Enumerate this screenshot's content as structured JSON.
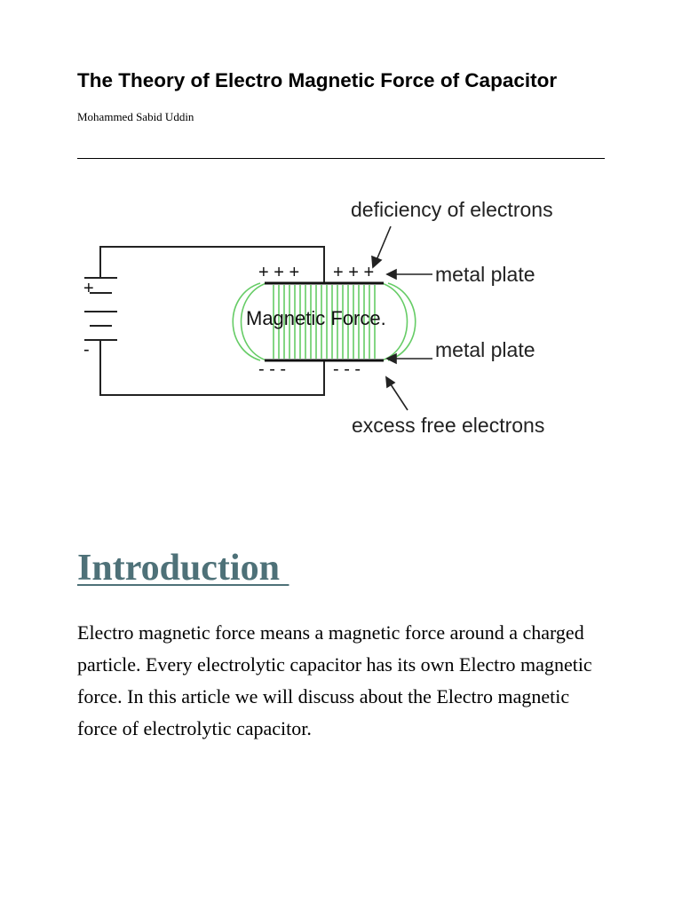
{
  "document": {
    "title": "The Theory of Electro Magnetic Force of Capacitor",
    "author": "Mohammed Sabid Uddin"
  },
  "figure": {
    "labels": {
      "deficiency": "deficiency of electrons",
      "metal_plate_top": "metal plate",
      "metal_plate_bottom": "metal plate",
      "excess": "excess free electrons",
      "magnetic_force": "Magnetic Force.",
      "battery_plus": "+",
      "battery_minus": "-",
      "top_charges_left": "+ + +",
      "top_charges_right": "+ + +",
      "bottom_charges_left": "- - -",
      "bottom_charges_right": "- - -"
    },
    "colors": {
      "field_lines": "#66cc66",
      "circuit": "#222222"
    }
  },
  "section": {
    "heading": "Introduction ",
    "paragraph": "Electro magnetic force means a magnetic force around a charged particle. Every electrolytic capacitor has its own Electro magnetic force. In this article we will discuss about the Electro magnetic force of electrolytic capacitor."
  }
}
